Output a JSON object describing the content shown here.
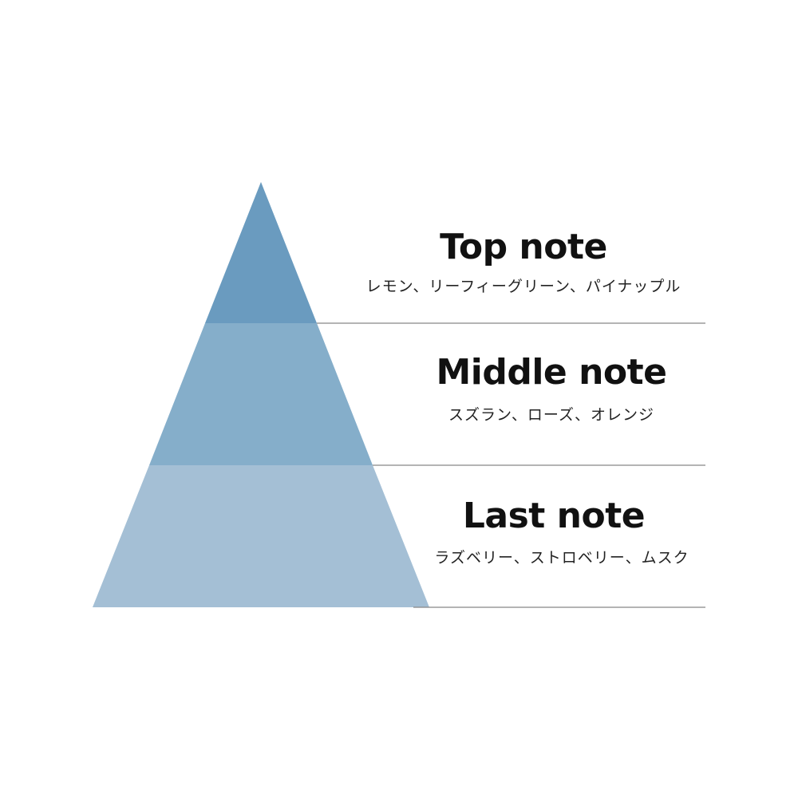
{
  "tiers": [
    {
      "title": "Top note",
      "items": "レモン、リーフィーグリーン、パイナップル",
      "color": "#6a9bbf"
    },
    {
      "title": "Middle note",
      "items": "スズラン、ローズ、オレンジ",
      "color": "#85aeca"
    },
    {
      "title": "Last note",
      "items": "ラズベリー、ストロベリー、ムスク",
      "color": "#a4bfd5"
    }
  ],
  "divider_color": "#888888"
}
